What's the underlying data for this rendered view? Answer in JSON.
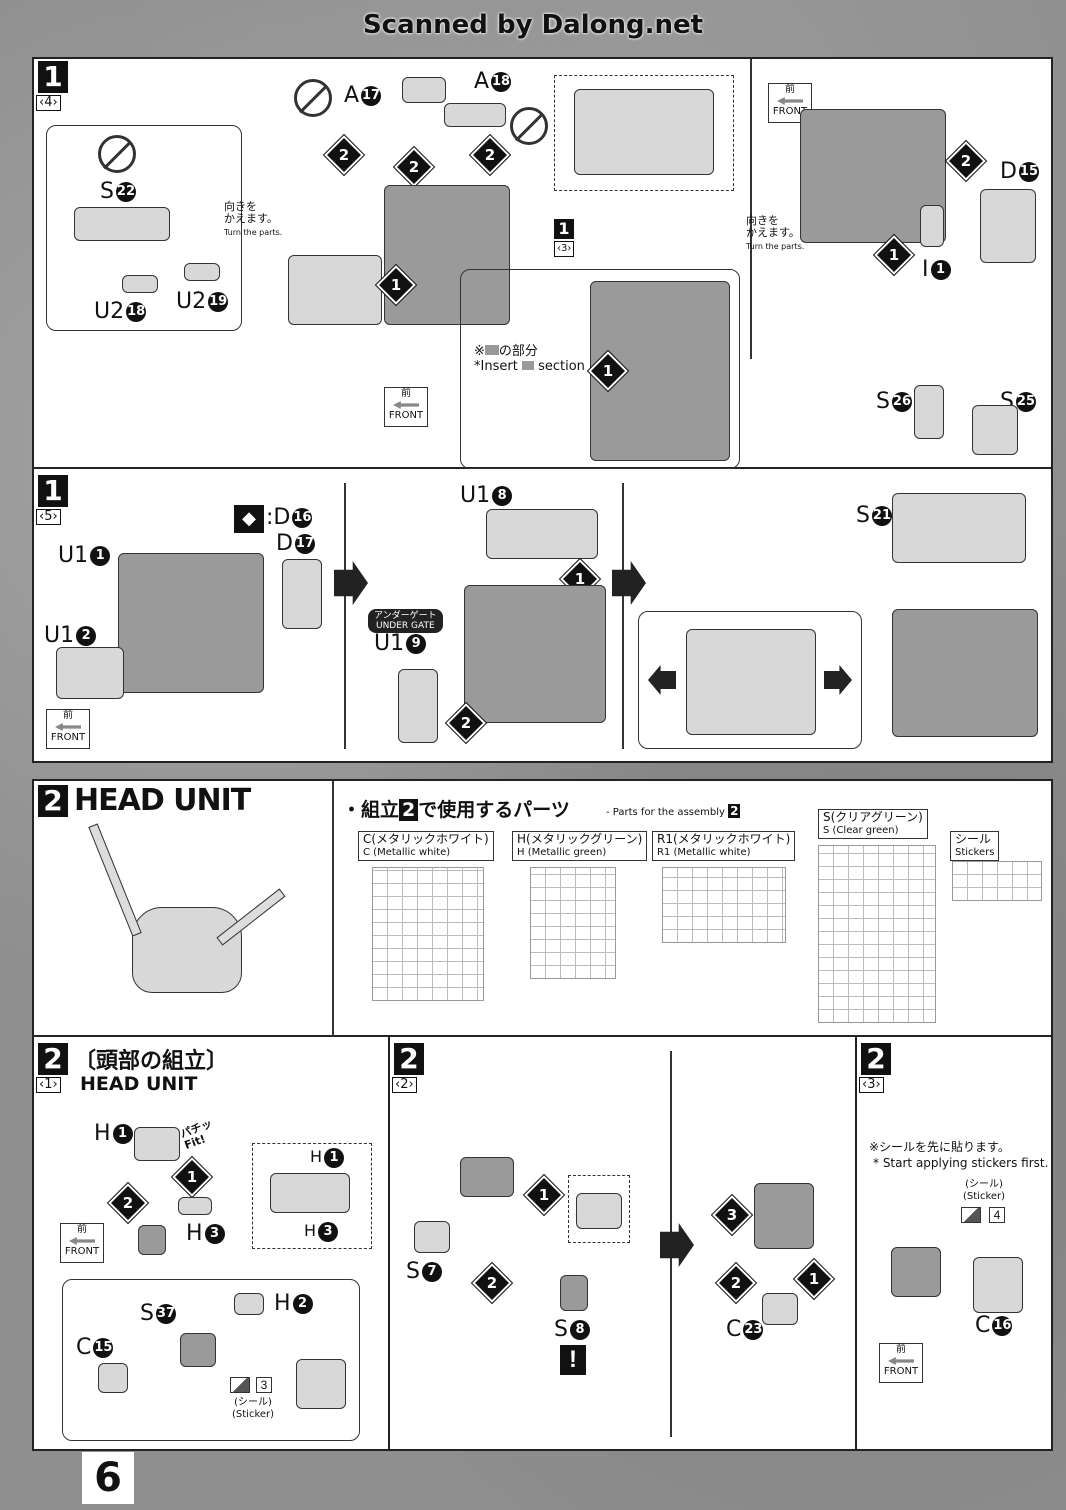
{
  "header": {
    "scan_credit": "Scanned by Dalong.net"
  },
  "page_number": "6",
  "step1_4": {
    "step": "1",
    "substep": "4",
    "parts": {
      "a17": "A",
      "a17n": "17",
      "a18": "A",
      "a18n": "18",
      "s22": "S",
      "s22n": "22",
      "u218": "U2",
      "u218n": "18",
      "u219": "U2",
      "u219n": "19",
      "d15": "D",
      "d15n": "15",
      "i1": "I",
      "i1n": "1"
    },
    "turn_jp_1": "向きを",
    "turn_jp_2": "かえます。",
    "turn_en": "Turn the parts.",
    "turn2_jp_1": "向きを",
    "turn2_jp_2": "かえます。",
    "turn2_en": "Turn the parts.",
    "insert_jp": "※",
    "insert_jp_2": "の部分",
    "insert_en": "*Insert",
    "insert_en_2": "section",
    "ref_step": "1",
    "ref_sub": "3",
    "front_jp": "前",
    "front_en": "FRONT",
    "front2_jp": "前",
    "front2_en": "FRONT"
  },
  "step1_5": {
    "step": "1",
    "substep": "5",
    "parts": {
      "u11": "U1",
      "u11n": "1",
      "u12": "U1",
      "u12n": "2",
      "d16": ":D",
      "d16n": "16",
      "d17": "D",
      "d17n": "17",
      "u18": "U1",
      "u18n": "8",
      "u19": "U1",
      "u19n": "9",
      "s26": "S",
      "s26n": "26",
      "s25": "S",
      "s25n": "25",
      "s21": "S",
      "s21n": "21"
    },
    "under_gate_jp": "アンダーゲート",
    "under_gate_en": "UNDER GATE",
    "front_jp": "前",
    "front_en": "FRONT"
  },
  "step2": {
    "step": "2",
    "title": "HEAD UNIT",
    "parts_heading_pre": "・組立",
    "parts_heading_num": "2",
    "parts_heading_post": "で使用するパーツ",
    "parts_heading_en": "- Parts for the assembly",
    "parts_heading_en_num": "2",
    "runners": [
      {
        "jp": "C(メタリックホワイト)",
        "en": "C (Metallic white)"
      },
      {
        "jp": "H(メタリックグリーン)",
        "en": "H (Metallic green)"
      },
      {
        "jp": "R1(メタリックホワイト)",
        "en": "R1 (Metallic white)"
      },
      {
        "jp": "S(クリアグリーン)",
        "en": "S (Clear green)"
      },
      {
        "jp": "シール",
        "en": "Stickers"
      }
    ]
  },
  "step2_1": {
    "step": "2",
    "substep": "1",
    "title_jp": "〔頭部の組立〕",
    "title_en": "HEAD UNIT",
    "fit_jp": "パチッ",
    "fit_en": "Fit!",
    "parts": {
      "h1": "H",
      "h1n": "1",
      "h1b": "H",
      "h1bn": "1",
      "h3": "H",
      "h3n": "3",
      "h3b": "H",
      "h3bn": "3",
      "h2": "H",
      "h2n": "2",
      "s37": "S",
      "s37n": "37",
      "c15": "C",
      "c15n": "15"
    },
    "sticker_num": "3",
    "sticker_jp": "(シール)",
    "sticker_en": "(Sticker)",
    "front_jp": "前",
    "front_en": "FRONT"
  },
  "step2_2": {
    "step": "2",
    "substep": "2",
    "parts": {
      "s7": "S",
      "s7n": "7",
      "s8": "S",
      "s8n": "8",
      "c23": "C",
      "c23n": "23"
    },
    "caution": "!"
  },
  "step2_3": {
    "step": "2",
    "substep": "3",
    "note_jp": "※シールを先に貼ります。",
    "note_en": "* Start applying stickers first.",
    "sticker_jp": "(シール)",
    "sticker_en": "(Sticker)",
    "sticker_num": "4",
    "parts": {
      "c16": "C",
      "c16n": "16"
    },
    "front_jp": "前",
    "front_en": "FRONT"
  }
}
